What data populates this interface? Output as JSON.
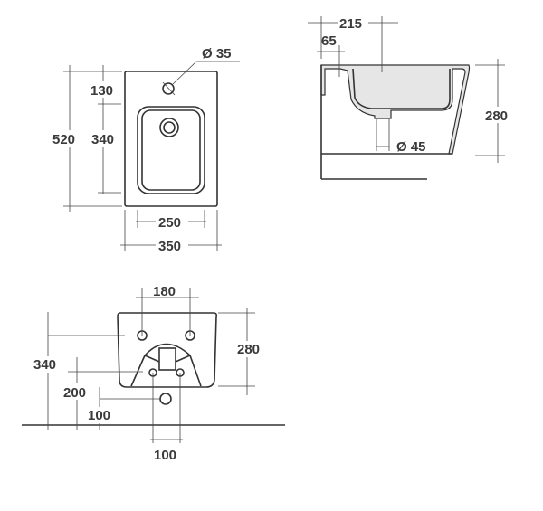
{
  "top_view": {
    "overall_length": "520",
    "tap_offset": "130",
    "bowl_length": "340",
    "bowl_width": "250",
    "overall_width": "350",
    "tap_hole_diameter": "Ø 35"
  },
  "side_view": {
    "bowl_center_depth": "215",
    "tap_offset": "65",
    "height": "280",
    "drain_diameter": "Ø 45"
  },
  "rear_view": {
    "fixing_spacing": "180",
    "height": "280",
    "fixing_height": "340",
    "supply_height": "200",
    "drain_height": "100",
    "supply_spacing": "100"
  }
}
